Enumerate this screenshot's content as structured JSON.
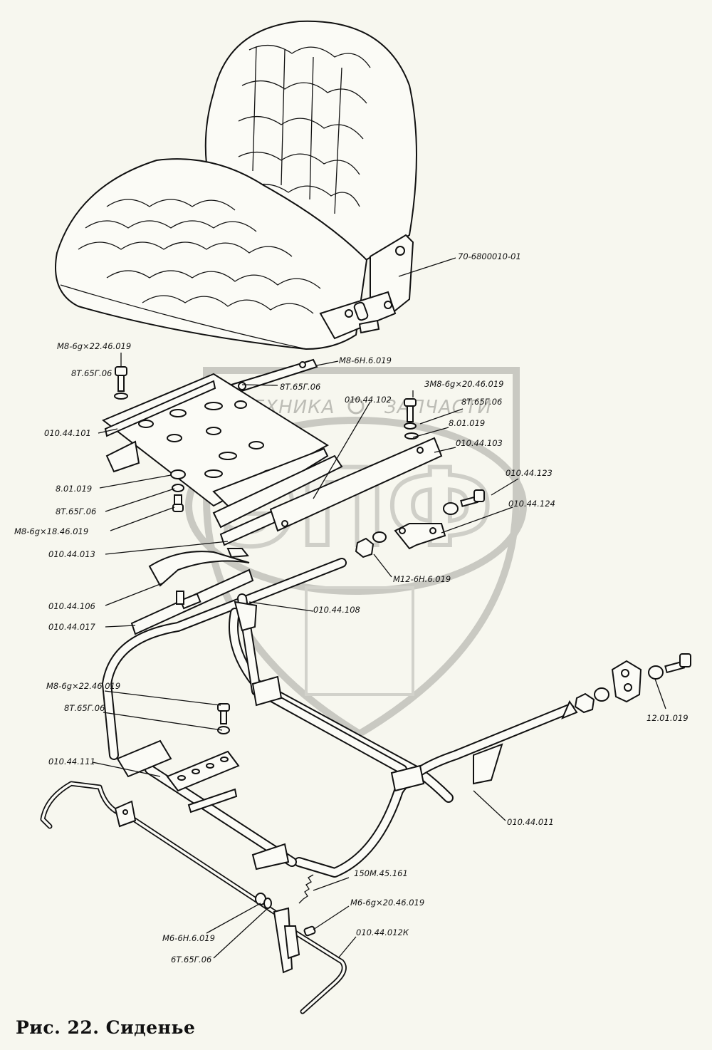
{
  "caption": "Рис. 22. Сиденье",
  "watermark": {
    "left_text": "ТЕХНИКА",
    "right_text": "ЗАПЧАСТИ",
    "emblem_text": "ЭПФ"
  },
  "labels": {
    "seat_assembly": "70-6800010-01",
    "bolt_top_left": "М8-6g×22.46.019",
    "washer_top_left": "8Т.65Г.06",
    "nut_top": "М8-6Н.6.019",
    "washer_top_mid": "8Т.65Г.06",
    "bolt_top_right": "3М8-6g×20.46.019",
    "plate_102": "010.44.102",
    "washer_top_right": "8Т.65Г.06",
    "washer_flat_right": "8.01.019",
    "plate_101": "010.44.101",
    "rail_103": "010.44.103",
    "bolt_123": "010.44.123",
    "washer_flat_left": "8.01.019",
    "bracket_124": "010.44.124",
    "washer_left_2": "8Т.65Г.06",
    "bolt_left_18": "М8-6g×18.46.019",
    "strip_013": "010.44.013",
    "nut_m12": "М12-6Н.6.019",
    "plate_106": "010.44.106",
    "part_108": "010.44.108",
    "slider_017": "010.44.017",
    "bolt_mid_left": "М8-6g×22.46.019",
    "washer_mid_left": "8Т.65Г.06",
    "washer_12": "12.01.019",
    "part_111": "010.44.111",
    "frame_011": "010.44.011",
    "spring": "150М.45.161",
    "bolt_m6": "М6-6g×20.46.019",
    "nut_m6": "М6-6Н.6.019",
    "washer_m6": "6Т.65Г.06",
    "lever_012": "010.44.012К"
  }
}
